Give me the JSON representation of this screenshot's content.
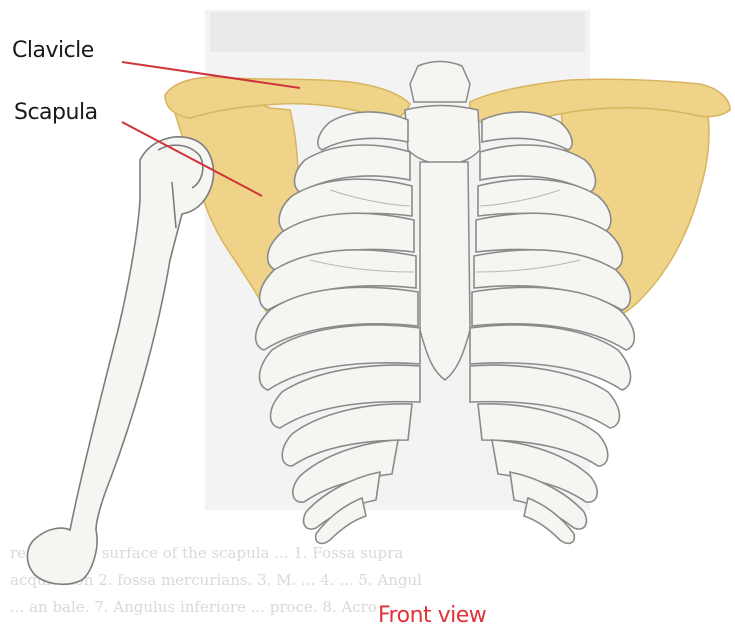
{
  "labels": {
    "clavicle": "Clavicle",
    "scapula": "Scapula",
    "view": "Front view"
  },
  "colors": {
    "background": "#ffffff",
    "bone_fill": "#f5f5f2",
    "bone_stroke": "#8a8a8a",
    "highlight_fill": "#efd389",
    "highlight_shadow": "#d8b45f",
    "leader_line": "#d0343a",
    "view_label": "#e0323a",
    "faded_background": "#f1f1f1",
    "faded_text": "#d6d6d6"
  },
  "background_page": {
    "faded_text_lines": [
      "re ... cestre surface of the scapula ... 1. Fossa supra",
      "acquisition 2. fossa mercurians. 3. M. ... 4. ... 5. Angul",
      "... an bale. 7. Angulus inferiore ... proce. 8. Acro"
    ]
  }
}
